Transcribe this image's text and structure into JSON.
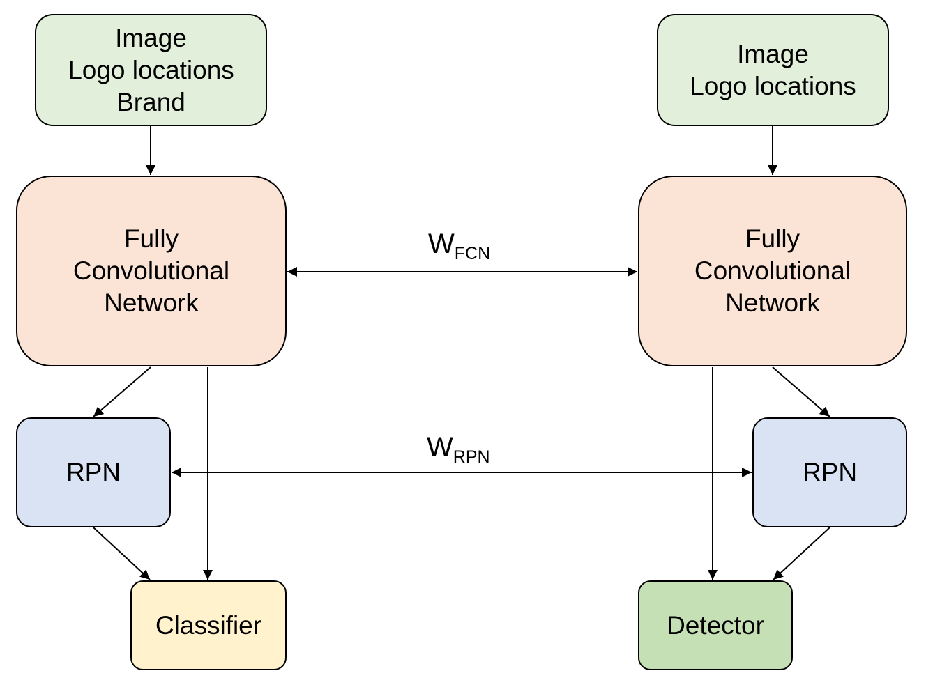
{
  "nodes": {
    "input_left": {
      "lines": [
        "Image",
        "Logo locations",
        "Brand"
      ]
    },
    "input_right": {
      "lines": [
        "Image",
        "Logo locations"
      ]
    },
    "fcn_left": {
      "lines": [
        "Fully",
        "Convolutional",
        "Network"
      ]
    },
    "fcn_right": {
      "lines": [
        "Fully",
        "Convolutional",
        "Network"
      ]
    },
    "rpn_left": {
      "label": "RPN"
    },
    "rpn_right": {
      "label": "RPN"
    },
    "classifier": {
      "label": "Classifier"
    },
    "detector": {
      "label": "Detector"
    }
  },
  "shared_weights": {
    "fcn": {
      "symbol": "W",
      "subscript": "FCN"
    },
    "rpn": {
      "symbol": "W",
      "subscript": "RPN"
    }
  },
  "colors": {
    "input": "#e2efda",
    "fcn": "#fbe4d6",
    "rpn": "#dae3f3",
    "classifier": "#fff2cc",
    "detector": "#c5e0b4"
  }
}
